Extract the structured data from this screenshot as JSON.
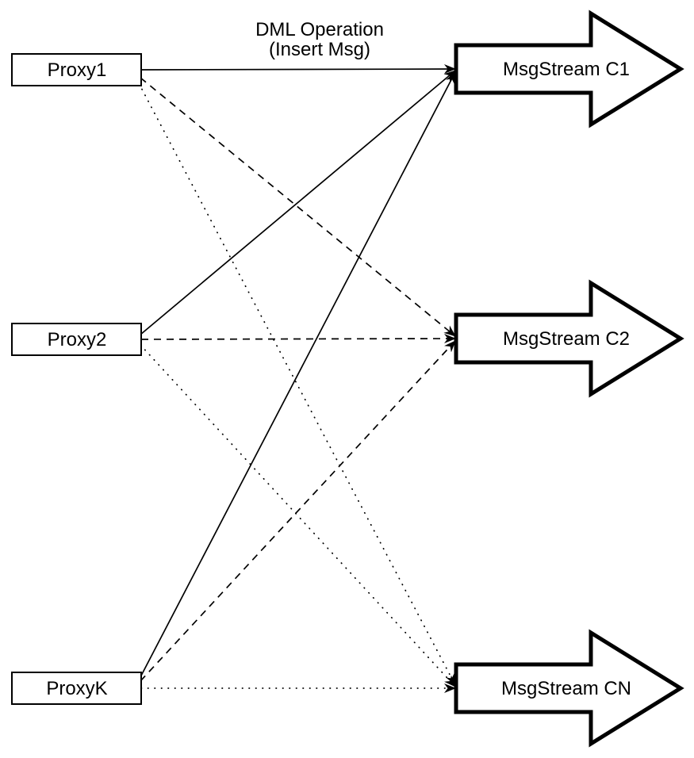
{
  "edge_label": {
    "line1": "DML Operation",
    "line2": "(Insert Msg)"
  },
  "nodes": {
    "proxies": [
      {
        "id": "proxy1",
        "label": "Proxy1"
      },
      {
        "id": "proxy2",
        "label": "Proxy2"
      },
      {
        "id": "proxyk",
        "label": "ProxyK"
      }
    ],
    "streams": [
      {
        "id": "c1",
        "label": "MsgStream C1"
      },
      {
        "id": "c2",
        "label": "MsgStream C2"
      },
      {
        "id": "cn",
        "label": "MsgStream CN"
      }
    ]
  },
  "edges": [
    {
      "from": "Proxy1",
      "to": "MsgStream C1",
      "style": "solid"
    },
    {
      "from": "Proxy2",
      "to": "MsgStream C1",
      "style": "solid"
    },
    {
      "from": "ProxyK",
      "to": "MsgStream C1",
      "style": "solid"
    },
    {
      "from": "Proxy1",
      "to": "MsgStream C2",
      "style": "dashed"
    },
    {
      "from": "Proxy2",
      "to": "MsgStream C2",
      "style": "dashed"
    },
    {
      "from": "ProxyK",
      "to": "MsgStream C2",
      "style": "dashed"
    },
    {
      "from": "Proxy1",
      "to": "MsgStream CN",
      "style": "dotted"
    },
    {
      "from": "Proxy2",
      "to": "MsgStream CN",
      "style": "dotted"
    },
    {
      "from": "ProxyK",
      "to": "MsgStream CN",
      "style": "dotted"
    }
  ],
  "colors": {
    "stroke": "#000000",
    "node_fill": "#ffffff",
    "background": "#ffffff"
  }
}
